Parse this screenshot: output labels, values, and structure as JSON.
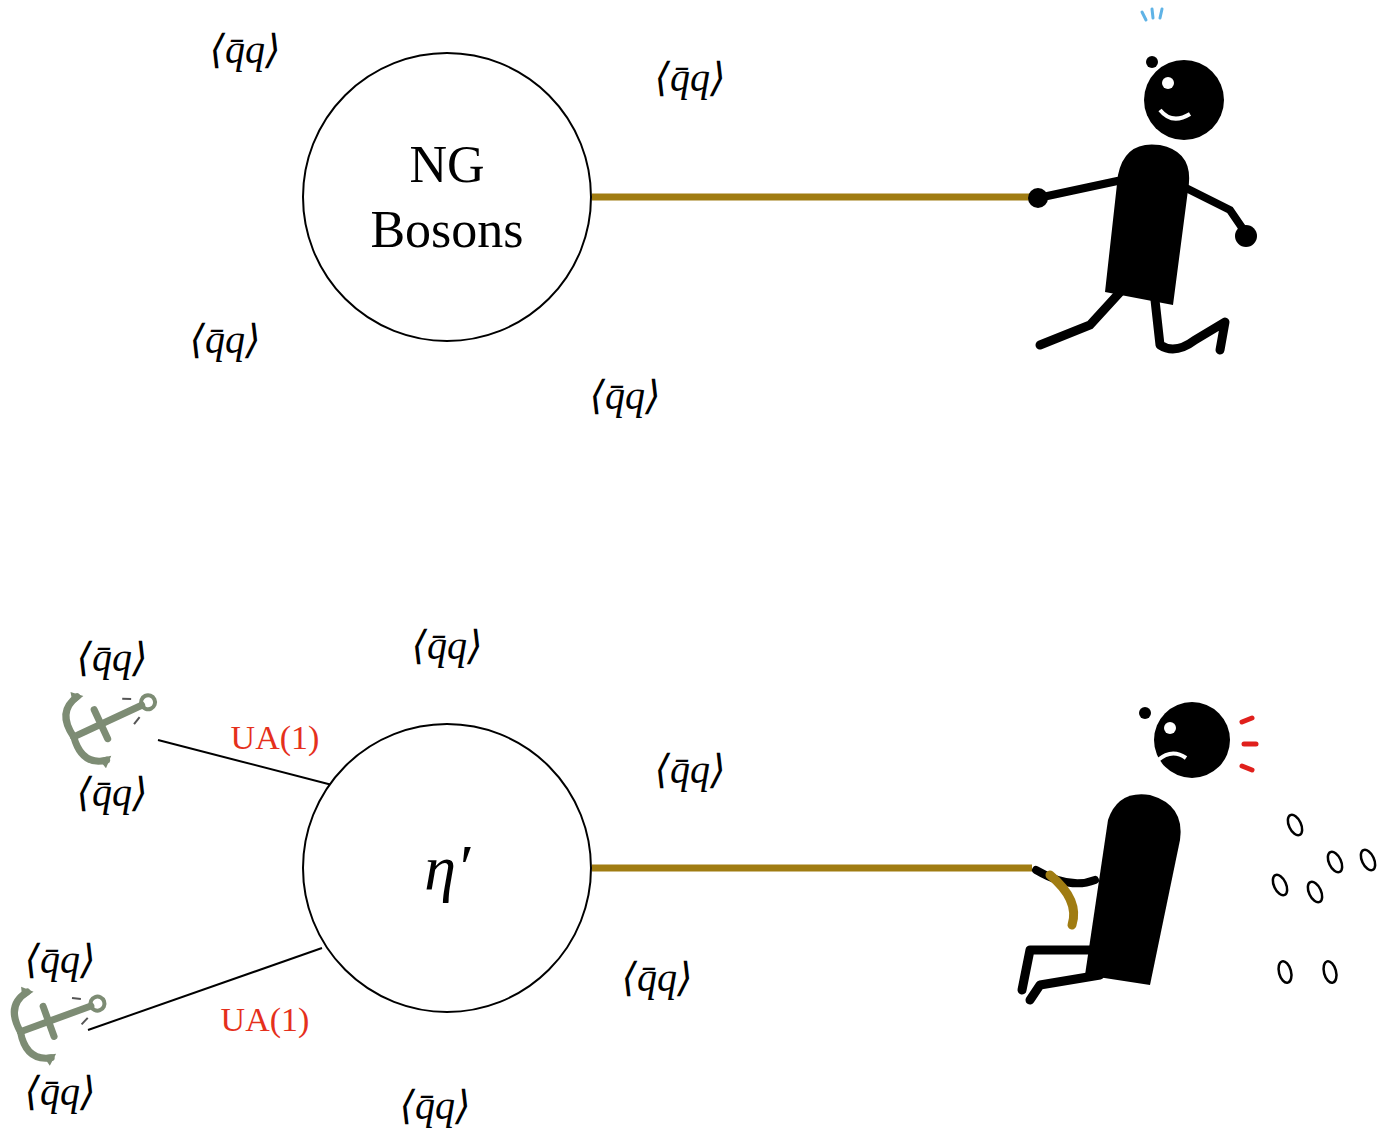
{
  "diagram": {
    "nodes": [
      {
        "text": [
          "NG Bosons"
        ]
      },
      {
        "text": [
          "η′"
        ]
      }
    ],
    "labels": [
      "⟨q̄q⟩",
      "⟨q̄q⟩",
      "⟨q̄q⟩",
      "⟨q̄q⟩",
      "⟨q̄q⟩",
      "⟨q̄q⟩",
      "⟨q̄q⟩",
      "⟨q̄q⟩",
      "⟨q̄q⟩",
      "⟨q̄q⟩",
      "⟨q̄q⟩",
      "⟨q̄q⟩",
      "UA(1)",
      "UA(1)"
    ]
  }
}
